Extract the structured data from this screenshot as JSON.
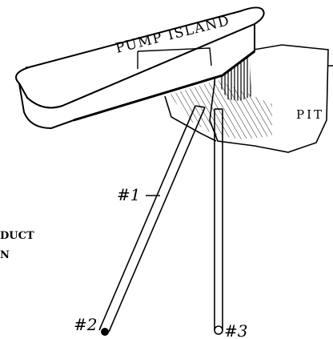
{
  "diagram": {
    "labels": {
      "pump_island": "PUMP ISLAND",
      "pit": "PIT",
      "product_line_partial_1": "DUCT",
      "product_line_partial_2": "N",
      "pipe_1": "#1",
      "pipe_2": "#2",
      "pipe_3": "#3"
    }
  }
}
